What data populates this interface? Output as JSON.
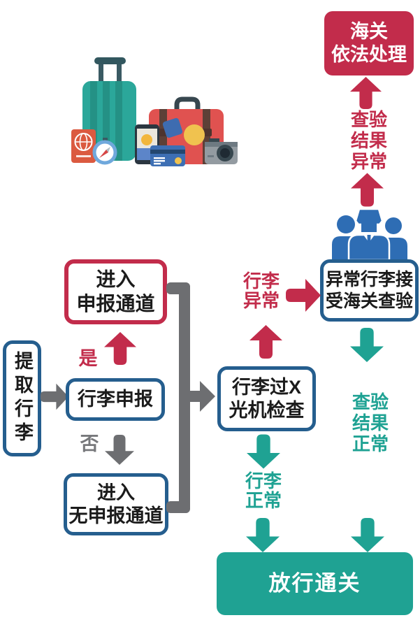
{
  "colors": {
    "red": "#C22C4B",
    "teal": "#1FA293",
    "blue_border": "#255E8E",
    "gray": "#6D6E71",
    "label_gray": "#77787B",
    "officer_blue": "#2E6DB4"
  },
  "icons": {
    "luggage_illustration": "travel-luggage-suitcases-passport-compass-phone-card-camera",
    "customs_officers": "three-customs-officers"
  },
  "flow": {
    "claim": {
      "label": "提取行李"
    },
    "declare_channel": {
      "line1": "进入",
      "line2": "申报通道"
    },
    "baggage_declare": {
      "label": "行李申报"
    },
    "no_declare_channel": {
      "line1": "进入",
      "line2": "无申报通道"
    },
    "xray": {
      "line1": "行李过X",
      "line2": "光机检查"
    },
    "abnormal_inspect": {
      "line1": "异常行李接",
      "line2": "受海关查验"
    },
    "customs_handle": {
      "line1": "海关",
      "line2": "依法处理"
    },
    "release": {
      "label": "放行通关"
    },
    "labels": {
      "yes": "是",
      "no": "否",
      "baggage_abnormal_1": "行李",
      "baggage_abnormal_2": "异常",
      "baggage_normal_1": "行李",
      "baggage_normal_2": "正常",
      "result_abnormal_1": "查验",
      "result_abnormal_2": "结果",
      "result_abnormal_3": "异常",
      "result_normal_1": "查验",
      "result_normal_2": "结果",
      "result_normal_3": "正常"
    }
  }
}
